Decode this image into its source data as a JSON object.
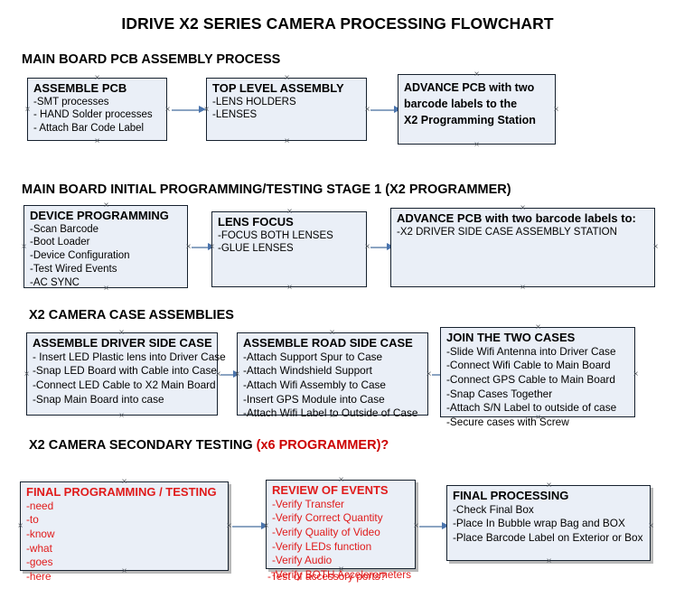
{
  "document": {
    "title": "IDRIVE X2  SERIES CAMERA PROCESSING FLOWCHART"
  },
  "colors": {
    "box_fill": "#eaeff7",
    "box_border": "#16212e",
    "connector": "#8ba4c2",
    "arrow_head": "#4a74ad",
    "accent_red": "#e01b1b",
    "heading_red": "#cc0000",
    "text": "#000000"
  },
  "sections": [
    {
      "id": "main-board-pcb-assembly",
      "heading": "MAIN BOARD PCB ASSEMBLY PROCESS",
      "heading_highlight": "",
      "nodes": [
        {
          "id": "assemble-pcb",
          "title": "ASSEMBLE PCB",
          "lines": [
            "-SMT processes",
            "- HAND Solder processes",
            "- Attach Bar Code Label"
          ]
        },
        {
          "id": "top-level-assembly",
          "title": "TOP LEVEL ASSEMBLY",
          "lines": [
            "-LENS HOLDERS",
            "-LENSES"
          ]
        },
        {
          "id": "advance-pcb-to-x2-programming-station",
          "title": "",
          "lines": [
            "ADVANCE PCB with two",
            "barcode labels to the",
            " X2 Programming Station"
          ]
        }
      ]
    },
    {
      "id": "main-board-initial-programming",
      "heading": "MAIN BOARD INITIAL PROGRAMMING/TESTING STAGE 1 (X2 PROGRAMMER)",
      "heading_highlight": "",
      "nodes": [
        {
          "id": "device-programming",
          "title": "DEVICE PROGRAMMING",
          "lines": [
            "-Scan Barcode",
            "-Boot Loader",
            "-Device Configuration",
            "-Test Wired Events",
            "-AC SYNC"
          ]
        },
        {
          "id": "lens-focus",
          "title": "LENS FOCUS",
          "lines": [
            "-FOCUS BOTH LENSES",
            "-GLUE LENSES"
          ]
        },
        {
          "id": "advance-pcb-to-driver-side-case-station",
          "title": "ADVANCE PCB with two barcode labels to:",
          "lines": [
            "-X2 DRIVER  SIDE  CASE  ASSEMBLY STATION"
          ]
        }
      ]
    },
    {
      "id": "x2-camera-case-assemblies",
      "heading": "X2 CAMERA CASE ASSEMBLIES",
      "heading_highlight": "",
      "nodes": [
        {
          "id": "assemble-driver-side-case",
          "title": "ASSEMBLE DRIVER SIDE CASE",
          "lines": [
            " - Insert LED Plastic lens into Driver Case",
            "-Snap LED Board with Cable into Case",
            "-Connect LED Cable to X2 Main Board",
            "-Snap Main Board into case"
          ]
        },
        {
          "id": "assemble-road-side-case",
          "title": "ASSEMBLE ROAD SIDE CASE",
          "lines": [
            "-Attach Support Spur to Case",
            "-Attach Windshield Support",
            "-Attach Wifi Assembly to Case",
            "-Insert GPS Module into Case",
            "-Attach Wifi Label to Outside of Case"
          ]
        },
        {
          "id": "join-the-two-cases",
          "title": "JOIN THE TWO CASES",
          "lines": [
            "-Slide Wifi Antenna into Driver Case",
            "-Connect Wifi Cable to Main Board",
            "-Connect GPS Cable to Main Board",
            "-Snap Cases Together",
            "-Attach S/N Label to outside of case",
            "-Secure cases with Screw"
          ]
        }
      ]
    },
    {
      "id": "x2-camera-secondary-testing",
      "heading": "X2 CAMERA SECONDARY TESTING ",
      "heading_highlight": " (x6 PROGRAMMER)?",
      "nodes": [
        {
          "id": "final-programming-testing",
          "title": "FINAL PROGRAMMING / TESTING",
          "lines": [
            "-need",
            "-to",
            "-know",
            "-what",
            "-goes",
            "-here"
          ]
        },
        {
          "id": "review-of-events",
          "title": "REVIEW OF EVENTS",
          "lines": [
            "-Verify Transfer",
            "-Verify Correct Quantity",
            "-Verify Quality of Video",
            "-Verify LEDs function",
            "-Verify Audio",
            "-Verify BOTH Accelerometers"
          ],
          "overflow_line": "-Test of accessory ports?"
        },
        {
          "id": "final-processing",
          "title": "FINAL PROCESSING",
          "lines": [
            " -Check Final Box",
            "-Place In Bubble wrap Bag and BOX",
            "-Place Barcode Label on Exterior or Box"
          ]
        }
      ]
    }
  ]
}
